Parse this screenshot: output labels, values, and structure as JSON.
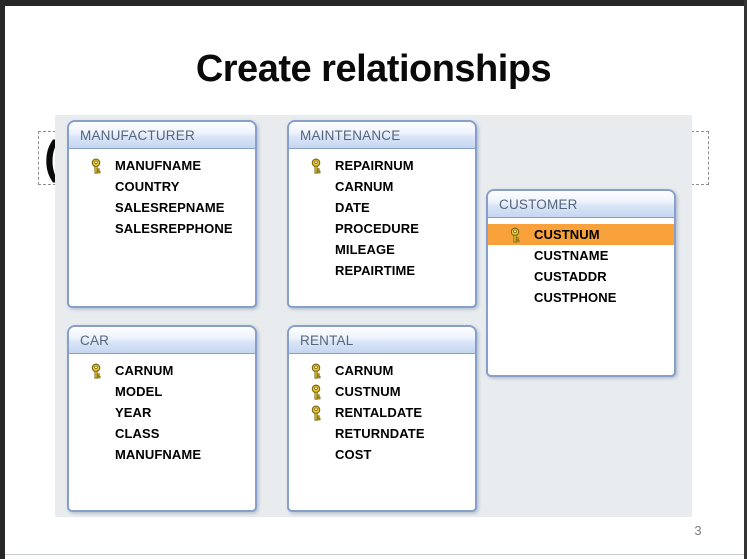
{
  "slide": {
    "title": "Create relationships",
    "page_number": "3",
    "placeholder_text": "("
  },
  "colors": {
    "selection_orange": "#F9A23B",
    "table_border_blue": "#87A0CA",
    "table_header_text": "#55657B",
    "panel_background": "#E8ECEF",
    "frame_dark": "#282828"
  },
  "icons": {
    "primary_key": "key-icon"
  },
  "tables": [
    {
      "name": "MANUFACTURER",
      "fields": [
        {
          "name": "MANUFNAME",
          "primary_key": true,
          "selected": false
        },
        {
          "name": "COUNTRY",
          "primary_key": false,
          "selected": false
        },
        {
          "name": "SALESREPNAME",
          "primary_key": false,
          "selected": false
        },
        {
          "name": "SALESREPPHONE",
          "primary_key": false,
          "selected": false
        }
      ]
    },
    {
      "name": "MAINTENANCE",
      "fields": [
        {
          "name": "REPAIRNUM",
          "primary_key": true,
          "selected": false
        },
        {
          "name": "CARNUM",
          "primary_key": false,
          "selected": false
        },
        {
          "name": "DATE",
          "primary_key": false,
          "selected": false
        },
        {
          "name": "PROCEDURE",
          "primary_key": false,
          "selected": false
        },
        {
          "name": "MILEAGE",
          "primary_key": false,
          "selected": false
        },
        {
          "name": "REPAIRTIME",
          "primary_key": false,
          "selected": false
        }
      ]
    },
    {
      "name": "CUSTOMER",
      "fields": [
        {
          "name": "CUSTNUM",
          "primary_key": true,
          "selected": true
        },
        {
          "name": "CUSTNAME",
          "primary_key": false,
          "selected": false
        },
        {
          "name": "CUSTADDR",
          "primary_key": false,
          "selected": false
        },
        {
          "name": "CUSTPHONE",
          "primary_key": false,
          "selected": false
        }
      ]
    },
    {
      "name": "CAR",
      "fields": [
        {
          "name": "CARNUM",
          "primary_key": true,
          "selected": false
        },
        {
          "name": "MODEL",
          "primary_key": false,
          "selected": false
        },
        {
          "name": "YEAR",
          "primary_key": false,
          "selected": false
        },
        {
          "name": "CLASS",
          "primary_key": false,
          "selected": false
        },
        {
          "name": "MANUFNAME",
          "primary_key": false,
          "selected": false
        }
      ]
    },
    {
      "name": "RENTAL",
      "fields": [
        {
          "name": "CARNUM",
          "primary_key": true,
          "selected": false
        },
        {
          "name": "CUSTNUM",
          "primary_key": true,
          "selected": false
        },
        {
          "name": "RENTALDATE",
          "primary_key": true,
          "selected": false
        },
        {
          "name": "RETURNDATE",
          "primary_key": false,
          "selected": false
        },
        {
          "name": "COST",
          "primary_key": false,
          "selected": false
        }
      ]
    }
  ]
}
